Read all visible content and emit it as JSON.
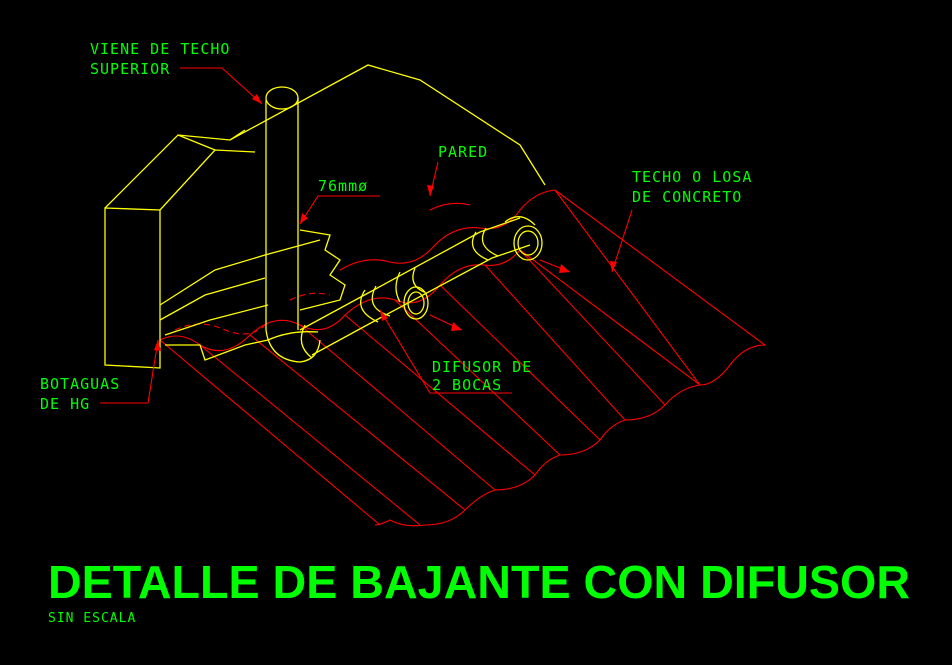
{
  "labels": {
    "viene_line1": "VIENE DE TECHO",
    "viene_line2": "SUPERIOR",
    "diameter": "76mmø",
    "pared": "PARED",
    "techo_line1": "TECHO O LOSA",
    "techo_line2": "DE CONCRETO",
    "botaguas_line1": "BOTAGUAS",
    "botaguas_line2": "DE HG",
    "difusor_line1": "DIFUSOR DE",
    "difusor_line2": "2 BOCAS"
  },
  "title": "DETALLE DE BAJANTE CON DIFUSOR",
  "subtitle": "SIN ESCALA",
  "colors": {
    "background": "#000000",
    "text": "#00ff00",
    "structure": "#ffff00",
    "roof": "#ff0000"
  }
}
